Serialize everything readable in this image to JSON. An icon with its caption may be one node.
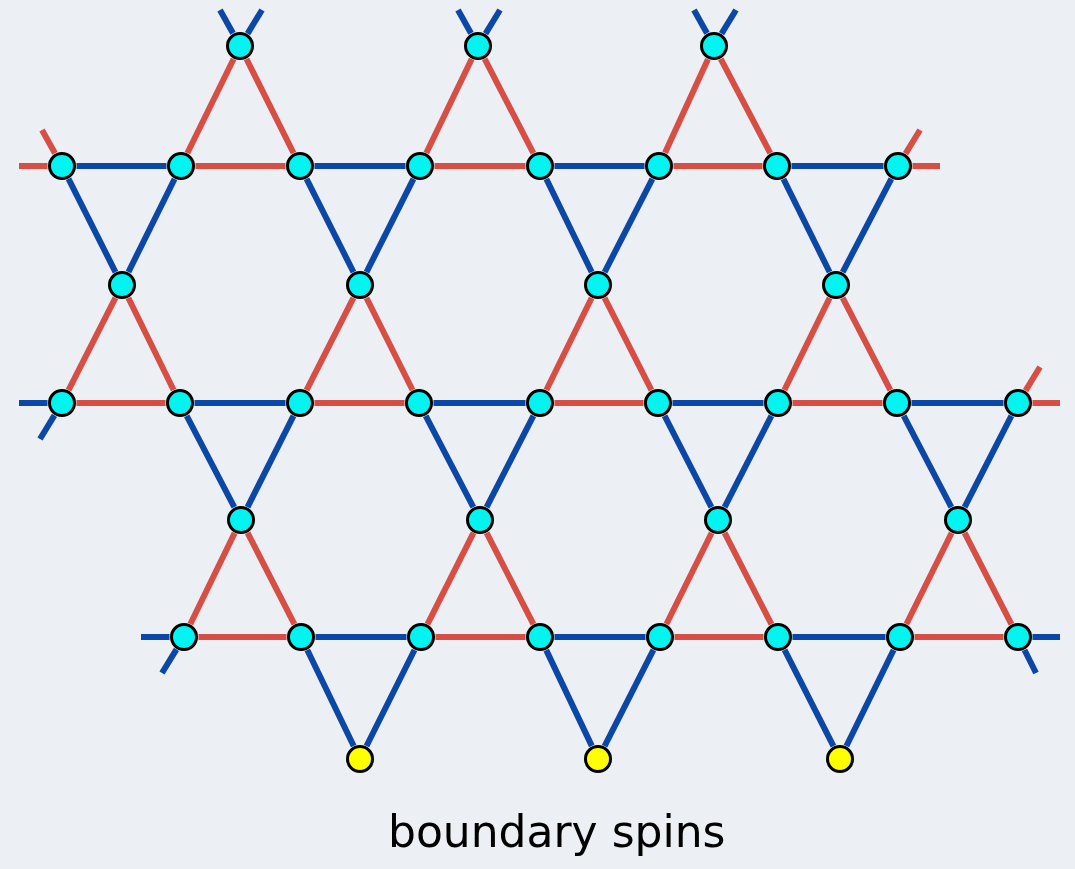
{
  "diagram": {
    "nodes": [
      {
        "text": [],
        "shape": "circle"
      },
      {
        "text": [],
        "shape": "circle"
      },
      {
        "text": [],
        "shape": "circle"
      },
      {
        "text": [],
        "shape": "circle"
      },
      {
        "text": [],
        "shape": "circle"
      },
      {
        "text": [],
        "shape": "circle"
      },
      {
        "text": [],
        "shape": "circle"
      },
      {
        "text": [],
        "shape": "circle"
      },
      {
        "text": [],
        "shape": "circle"
      },
      {
        "text": [],
        "shape": "circle"
      },
      {
        "text": [],
        "shape": "circle"
      },
      {
        "text": [],
        "shape": "circle"
      },
      {
        "text": [],
        "shape": "circle"
      },
      {
        "text": [],
        "shape": "circle"
      },
      {
        "text": [],
        "shape": "circle"
      },
      {
        "text": [],
        "shape": "circle"
      },
      {
        "text": [],
        "shape": "circle"
      },
      {
        "text": [],
        "shape": "circle"
      },
      {
        "text": [],
        "shape": "circle"
      },
      {
        "text": [],
        "shape": "circle"
      },
      {
        "text": [],
        "shape": "circle"
      },
      {
        "text": [],
        "shape": "circle"
      },
      {
        "text": [],
        "shape": "circle"
      },
      {
        "text": [],
        "shape": "circle"
      },
      {
        "text": [],
        "shape": "circle"
      },
      {
        "text": [],
        "shape": "circle"
      },
      {
        "text": [],
        "shape": "circle"
      },
      {
        "text": [],
        "shape": "circle"
      },
      {
        "text": [],
        "shape": "circle"
      },
      {
        "text": [],
        "shape": "circle"
      },
      {
        "text": [],
        "shape": "circle"
      },
      {
        "text": [],
        "shape": "circle"
      },
      {
        "text": [],
        "shape": "circle"
      },
      {
        "text": [],
        "shape": "circle"
      },
      {
        "text": [],
        "shape": "circle"
      },
      {
        "text": [],
        "shape": "circle"
      },
      {
        "text": [],
        "shape": "circle"
      },
      {
        "text": [],
        "shape": "circle"
      },
      {
        "text": [],
        "shape": "circle"
      }
    ],
    "edges": [
      {
        "from": 0,
        "to": 4,
        "arrow": "none",
        "color": "#d64e44"
      },
      {
        "from": 0,
        "to": 5,
        "arrow": "none",
        "color": "#d64e44"
      },
      {
        "from": 4,
        "to": 5,
        "arrow": "none",
        "color": "#d64e44"
      },
      {
        "from": 1,
        "to": 6,
        "arrow": "none",
        "color": "#d64e44"
      },
      {
        "from": 1,
        "to": 7,
        "arrow": "none",
        "color": "#d64e44"
      },
      {
        "from": 6,
        "to": 7,
        "arrow": "none",
        "color": "#d64e44"
      },
      {
        "from": 2,
        "to": 8,
        "arrow": "none",
        "color": "#d64e44"
      },
      {
        "from": 2,
        "to": 9,
        "arrow": "none",
        "color": "#d64e44"
      },
      {
        "from": 8,
        "to": 9,
        "arrow": "none",
        "color": "#d64e44"
      },
      {
        "from": 3,
        "to": 4,
        "arrow": "none",
        "color": "#0b47a6"
      },
      {
        "from": 5,
        "to": 6,
        "arrow": "none",
        "color": "#0b47a6"
      },
      {
        "from": 7,
        "to": 8,
        "arrow": "none",
        "color": "#0b47a6"
      },
      {
        "from": 9,
        "to": 10,
        "arrow": "none",
        "color": "#0b47a6"
      },
      {
        "from": 3,
        "to": 11,
        "arrow": "none",
        "color": "#0b47a6"
      },
      {
        "from": 4,
        "to": 11,
        "arrow": "none",
        "color": "#0b47a6"
      },
      {
        "from": 5,
        "to": 12,
        "arrow": "none",
        "color": "#0b47a6"
      },
      {
        "from": 6,
        "to": 12,
        "arrow": "none",
        "color": "#0b47a6"
      },
      {
        "from": 7,
        "to": 13,
        "arrow": "none",
        "color": "#0b47a6"
      },
      {
        "from": 8,
        "to": 13,
        "arrow": "none",
        "color": "#0b47a6"
      },
      {
        "from": 9,
        "to": 14,
        "arrow": "none",
        "color": "#0b47a6"
      },
      {
        "from": 10,
        "to": 14,
        "arrow": "none",
        "color": "#0b47a6"
      },
      {
        "from": 11,
        "to": 15,
        "arrow": "none",
        "color": "#d64e44"
      },
      {
        "from": 11,
        "to": 16,
        "arrow": "none",
        "color": "#d64e44"
      },
      {
        "from": 15,
        "to": 16,
        "arrow": "none",
        "color": "#d64e44"
      },
      {
        "from": 12,
        "to": 17,
        "arrow": "none",
        "color": "#d64e44"
      },
      {
        "from": 12,
        "to": 18,
        "arrow": "none",
        "color": "#d64e44"
      },
      {
        "from": 17,
        "to": 18,
        "arrow": "none",
        "color": "#d64e44"
      },
      {
        "from": 13,
        "to": 19,
        "arrow": "none",
        "color": "#d64e44"
      },
      {
        "from": 13,
        "to": 20,
        "arrow": "none",
        "color": "#d64e44"
      },
      {
        "from": 19,
        "to": 20,
        "arrow": "none",
        "color": "#d64e44"
      },
      {
        "from": 14,
        "to": 21,
        "arrow": "none",
        "color": "#d64e44"
      },
      {
        "from": 14,
        "to": 22,
        "arrow": "none",
        "color": "#d64e44"
      },
      {
        "from": 21,
        "to": 22,
        "arrow": "none",
        "color": "#d64e44"
      },
      {
        "from": 16,
        "to": 17,
        "arrow": "none",
        "color": "#0b47a6"
      },
      {
        "from": 18,
        "to": 19,
        "arrow": "none",
        "color": "#0b47a6"
      },
      {
        "from": 20,
        "to": 21,
        "arrow": "none",
        "color": "#0b47a6"
      },
      {
        "from": 22,
        "to": 23,
        "arrow": "none",
        "color": "#0b47a6"
      },
      {
        "from": 16,
        "to": 24,
        "arrow": "none",
        "color": "#0b47a6"
      },
      {
        "from": 17,
        "to": 24,
        "arrow": "none",
        "color": "#0b47a6"
      },
      {
        "from": 18,
        "to": 25,
        "arrow": "none",
        "color": "#0b47a6"
      },
      {
        "from": 19,
        "to": 25,
        "arrow": "none",
        "color": "#0b47a6"
      },
      {
        "from": 20,
        "to": 26,
        "arrow": "none",
        "color": "#0b47a6"
      },
      {
        "from": 21,
        "to": 26,
        "arrow": "none",
        "color": "#0b47a6"
      },
      {
        "from": 22,
        "to": 27,
        "arrow": "none",
        "color": "#0b47a6"
      },
      {
        "from": 23,
        "to": 27,
        "arrow": "none",
        "color": "#0b47a6"
      },
      {
        "from": 24,
        "to": 28,
        "arrow": "none",
        "color": "#d64e44"
      },
      {
        "from": 24,
        "to": 29,
        "arrow": "none",
        "color": "#d64e44"
      },
      {
        "from": 28,
        "to": 29,
        "arrow": "none",
        "color": "#d64e44"
      },
      {
        "from": 25,
        "to": 30,
        "arrow": "none",
        "color": "#d64e44"
      },
      {
        "from": 25,
        "to": 31,
        "arrow": "none",
        "color": "#d64e44"
      },
      {
        "from": 30,
        "to": 31,
        "arrow": "none",
        "color": "#d64e44"
      },
      {
        "from": 26,
        "to": 32,
        "arrow": "none",
        "color": "#d64e44"
      },
      {
        "from": 26,
        "to": 33,
        "arrow": "none",
        "color": "#d64e44"
      },
      {
        "from": 32,
        "to": 33,
        "arrow": "none",
        "color": "#d64e44"
      },
      {
        "from": 27,
        "to": 34,
        "arrow": "none",
        "color": "#d64e44"
      },
      {
        "from": 27,
        "to": 35,
        "arrow": "none",
        "color": "#d64e44"
      },
      {
        "from": 34,
        "to": 35,
        "arrow": "none",
        "color": "#d64e44"
      },
      {
        "from": 29,
        "to": 30,
        "arrow": "none",
        "color": "#0b47a6"
      },
      {
        "from": 31,
        "to": 32,
        "arrow": "none",
        "color": "#0b47a6"
      },
      {
        "from": 33,
        "to": 34,
        "arrow": "none",
        "color": "#0b47a6"
      },
      {
        "from": 29,
        "to": 36,
        "arrow": "none",
        "color": "#0b47a6"
      },
      {
        "from": 30,
        "to": 36,
        "arrow": "none",
        "color": "#0b47a6"
      },
      {
        "from": 31,
        "to": 37,
        "arrow": "none",
        "color": "#0b47a6"
      },
      {
        "from": 32,
        "to": 37,
        "arrow": "none",
        "color": "#0b47a6"
      },
      {
        "from": 33,
        "to": 38,
        "arrow": "none",
        "color": "#0b47a6"
      },
      {
        "from": 34,
        "to": 38,
        "arrow": "none",
        "color": "#0b47a6"
      },
      {
        "from": 0,
        "to": null,
        "arrow": "none",
        "color": "#0b47a6"
      },
      {
        "from": 0,
        "to": null,
        "arrow": "none",
        "color": "#0b47a6"
      },
      {
        "from": 1,
        "to": null,
        "arrow": "none",
        "color": "#0b47a6"
      },
      {
        "from": 1,
        "to": null,
        "arrow": "none",
        "color": "#0b47a6"
      },
      {
        "from": 2,
        "to": null,
        "arrow": "none",
        "color": "#0b47a6"
      },
      {
        "from": 2,
        "to": null,
        "arrow": "none",
        "color": "#0b47a6"
      },
      {
        "from": 3,
        "to": null,
        "arrow": "none",
        "color": "#d64e44"
      },
      {
        "from": 3,
        "to": null,
        "arrow": "none",
        "color": "#d64e44"
      },
      {
        "from": 10,
        "to": null,
        "arrow": "none",
        "color": "#d64e44"
      },
      {
        "from": 10,
        "to": null,
        "arrow": "none",
        "color": "#d64e44"
      },
      {
        "from": 15,
        "to": null,
        "arrow": "none",
        "color": "#0b47a6"
      },
      {
        "from": 15,
        "to": null,
        "arrow": "none",
        "color": "#0b47a6"
      },
      {
        "from": 23,
        "to": null,
        "arrow": "none",
        "color": "#d64e44"
      },
      {
        "from": 23,
        "to": null,
        "arrow": "none",
        "color": "#d64e44"
      },
      {
        "from": 28,
        "to": null,
        "arrow": "none",
        "color": "#0b47a6"
      },
      {
        "from": 28,
        "to": null,
        "arrow": "none",
        "color": "#0b47a6"
      },
      {
        "from": 35,
        "to": null,
        "arrow": "none",
        "color": "#0b47a6"
      },
      {
        "from": 35,
        "to": null,
        "arrow": "none",
        "color": "#0b47a6"
      }
    ],
    "labels": [
      "boundary spins"
    ]
  }
}
